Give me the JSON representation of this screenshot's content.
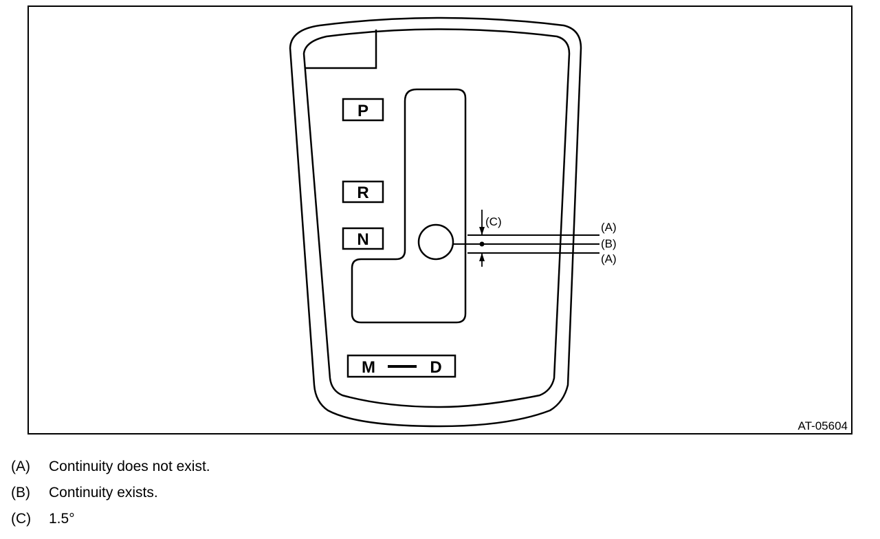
{
  "figure": {
    "gear_positions": [
      "P",
      "R",
      "N"
    ],
    "mode_gate": {
      "left": "M",
      "right": "D"
    },
    "callouts": {
      "a_upper": "(A)",
      "b": "(B)",
      "a_lower": "(A)",
      "c": "(C)"
    },
    "figure_id": "AT-05604"
  },
  "legend": [
    {
      "key": "(A)",
      "text": "Continuity does not exist."
    },
    {
      "key": "(B)",
      "text": "Continuity exists."
    },
    {
      "key": "(C)",
      "text": "1.5°"
    }
  ]
}
